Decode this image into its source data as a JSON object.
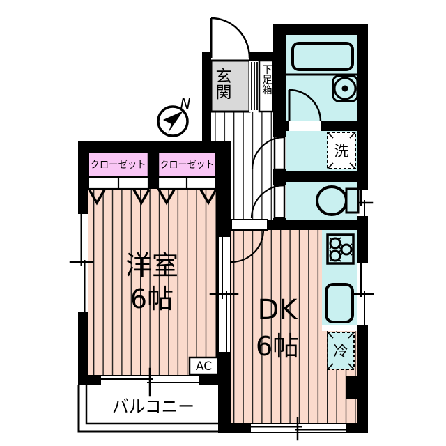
{
  "compass": {
    "label": "N"
  },
  "entrance": {
    "hall_label": "玄関",
    "shoe_cabinet_label": "下足箱"
  },
  "wet_area": {
    "washer_label": "洗"
  },
  "kitchen": {
    "fridge_label": "冷"
  },
  "rooms": {
    "western": {
      "name": "洋室",
      "size": "6帖"
    },
    "dining_kitchen": {
      "name": "DK",
      "size": "6帖"
    },
    "closet_left": {
      "label": "クローゼット"
    },
    "closet_right": {
      "label": "クローゼット"
    },
    "balcony": {
      "label": "バルコニー"
    }
  },
  "equipment": {
    "ac_label": "AC"
  },
  "colors": {
    "wall": "#000000",
    "flooring": "#fbdacc",
    "wet_area": "#c9f0f0",
    "closet": "#f9c6f5",
    "entrance_floor": "#d9d9d9",
    "background": "#ffffff"
  }
}
